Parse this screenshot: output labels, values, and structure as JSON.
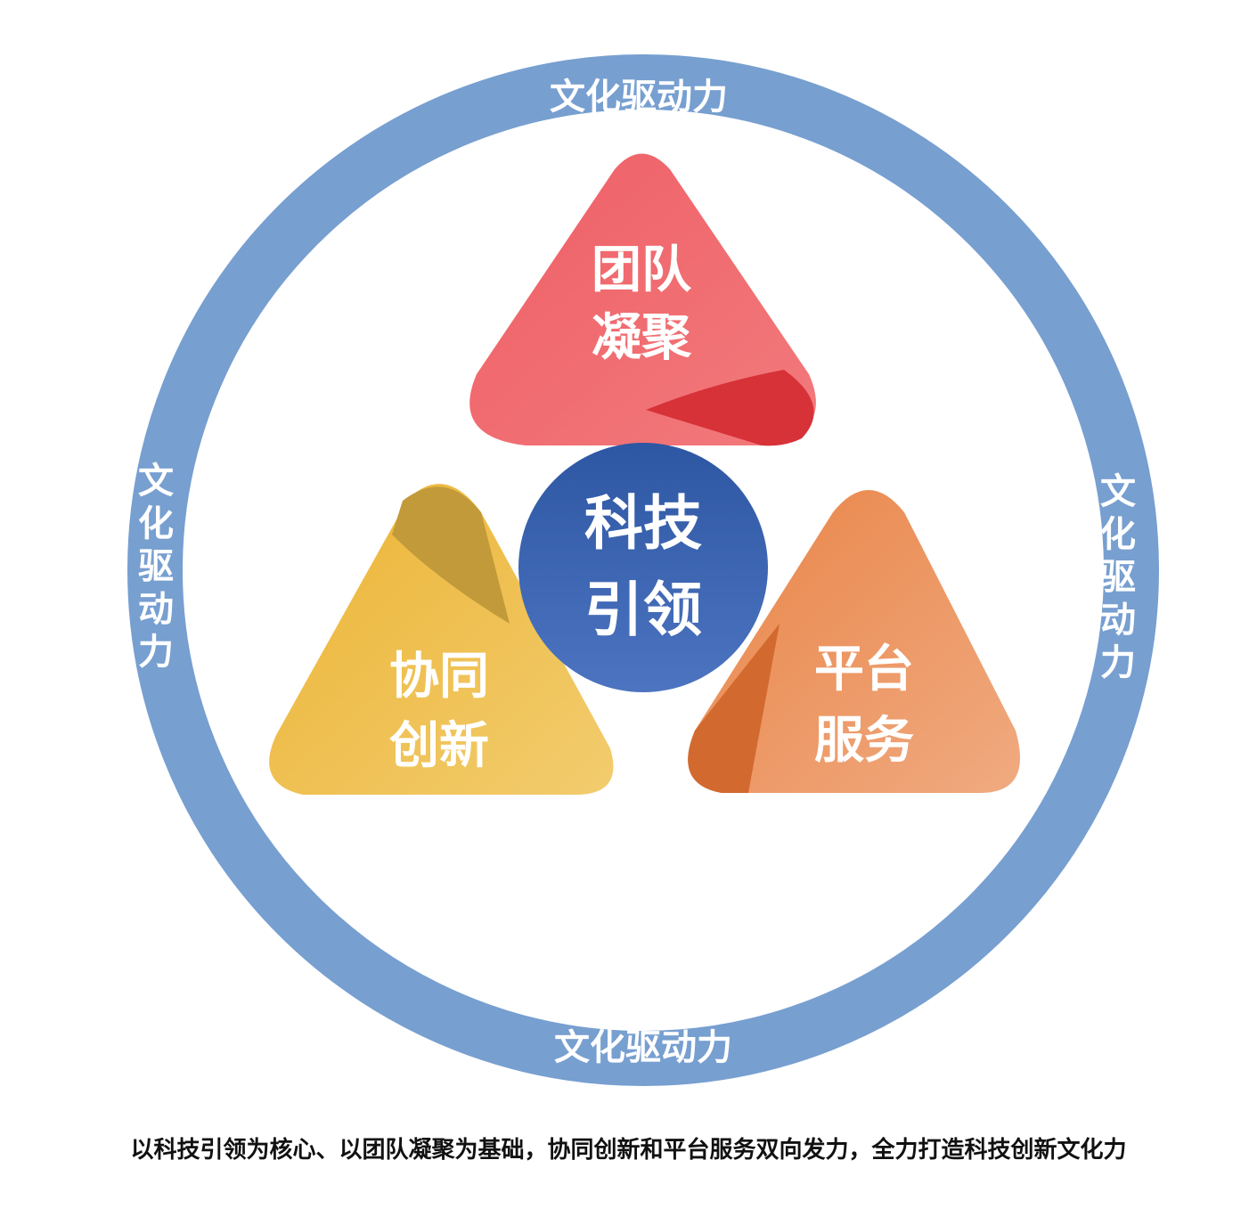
{
  "ring": {
    "label_top": "文化驱动力",
    "label_bottom": "文化驱动力",
    "label_left": "文化驱动力",
    "label_right": "文化驱动力",
    "color": "#779FD0"
  },
  "center": {
    "line1": "科技",
    "line2": "引领",
    "color_top": "#2E57A3",
    "color_bottom": "#4C74C0"
  },
  "petals": {
    "team": {
      "line1": "团队",
      "line2": "凝聚",
      "color": "#EF6A6E",
      "fold_color": "#D63238"
    },
    "collab": {
      "line1": "协同",
      "line2": "创新",
      "color": "#EFBC45",
      "fold_color": "#C29A3A"
    },
    "platform": {
      "line1": "平台",
      "line2": "服务",
      "color": "#EC9560",
      "fold_color": "#D2692F"
    }
  },
  "caption": "以科技引领为核心、以团队凝聚为基础，协同创新和平台服务双向发力，全力打造科技创新文化力"
}
